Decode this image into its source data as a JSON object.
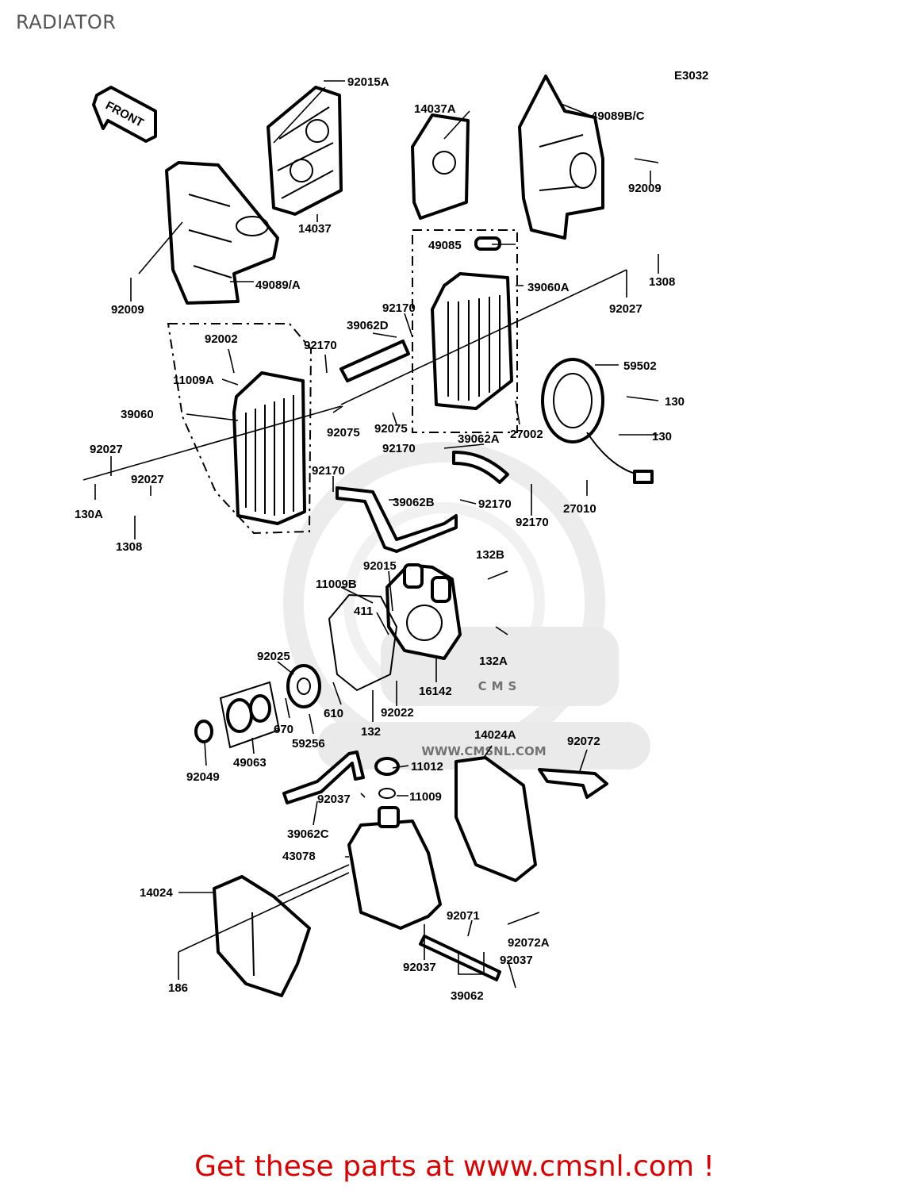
{
  "page": {
    "title": "RADIATOR",
    "diagram_code": "E3032",
    "front_label": "FRONT",
    "watermark": {
      "logo": "CMS",
      "url": "WWW.CMSNL.COM"
    },
    "footer_cta": "Get these parts at www.cmsnl.com !"
  },
  "colors": {
    "cta": "#dd0000",
    "title": "#555555",
    "watermark": "#d9d9d9"
  },
  "parts": [
    "92015A",
    "14037A",
    "49089B/C",
    "92009",
    "14037",
    "49085",
    "1308",
    "39060A",
    "92027",
    "49089/A",
    "92009",
    "92170",
    "39062D",
    "92002",
    "92170",
    "11009A",
    "59502",
    "39060",
    "92075",
    "130",
    "92075",
    "27002",
    "92027",
    "130",
    "92170",
    "39062A",
    "92027",
    "92170",
    "130A",
    "39062B",
    "92170",
    "27010",
    "1308",
    "92170",
    "132B",
    "92015",
    "11009B",
    "411",
    "132A",
    "92025",
    "16142",
    "610",
    "92022",
    "670",
    "132",
    "59256",
    "14024A",
    "92072",
    "92049",
    "49063",
    "11012",
    "92037",
    "11009",
    "39062C",
    "43078",
    "14024",
    "92071",
    "92072A",
    "92037",
    "92037",
    "186",
    "39062"
  ]
}
